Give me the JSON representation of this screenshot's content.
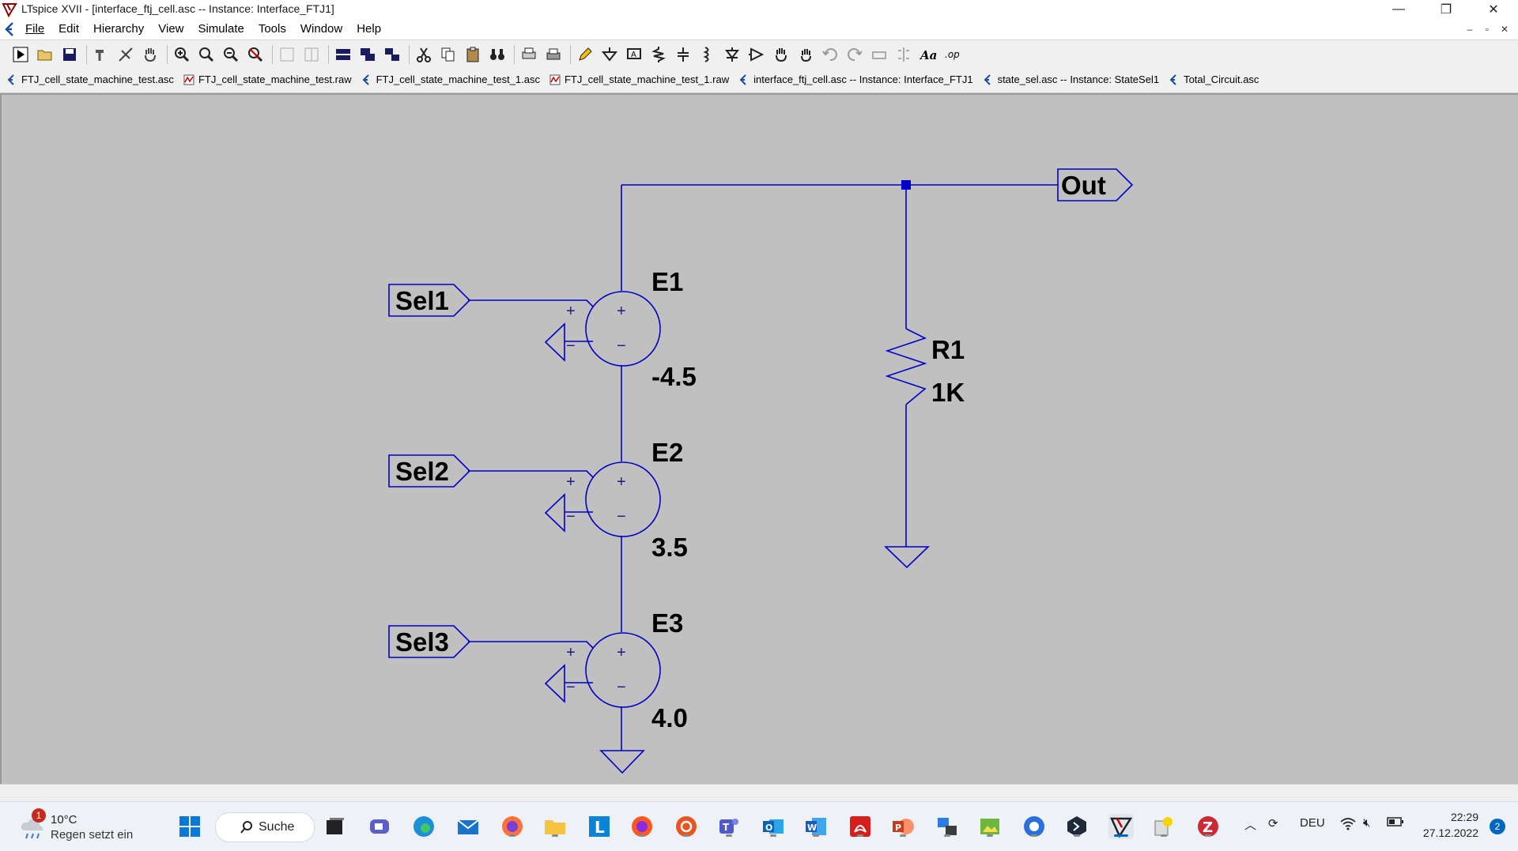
{
  "window": {
    "title": "LTspice XVII - [interface_ftj_cell.asc -- Instance: Interface_FTJ1]"
  },
  "menu": {
    "items": [
      "File",
      "Edit",
      "Hierarchy",
      "View",
      "Simulate",
      "Tools",
      "Window",
      "Help"
    ]
  },
  "tabs": [
    {
      "label": "FTJ_cell_state_machine_test.asc",
      "icon": "schematic-icon"
    },
    {
      "label": "FTJ_cell_state_machine_test.raw",
      "icon": "waveform-icon"
    },
    {
      "label": "FTJ_cell_state_machine_test_1.asc",
      "icon": "schematic-icon"
    },
    {
      "label": "FTJ_cell_state_machine_test_1.raw",
      "icon": "waveform-icon"
    },
    {
      "label": "interface_ftj_cell.asc -- Instance: Interface_FTJ1",
      "icon": "schematic-icon"
    },
    {
      "label": "state_sel.asc -- Instance: StateSel1",
      "icon": "schematic-icon"
    },
    {
      "label": "Total_Circuit.asc",
      "icon": "schematic-icon"
    }
  ],
  "schematic": {
    "net_labels": {
      "out": "Out",
      "sel1": "Sel1",
      "sel2": "Sel2",
      "sel3": "Sel3"
    },
    "sources": [
      {
        "name": "E1",
        "value": "-4.5"
      },
      {
        "name": "E2",
        "value": "3.5"
      },
      {
        "name": "E3",
        "value": "4.0"
      }
    ],
    "resistor": {
      "name": "R1",
      "value": "1K"
    },
    "plus_sign": "+",
    "minus_sign": "−",
    "wire_color": "#0000c8"
  },
  "taskbar": {
    "weather": {
      "temp": "10°C",
      "desc": "Regen setzt ein",
      "badge": "1"
    },
    "search_label": "Suche",
    "tray_lang": "DEU",
    "time": "22:29",
    "date": "27.12.2022",
    "notifications": "2"
  }
}
